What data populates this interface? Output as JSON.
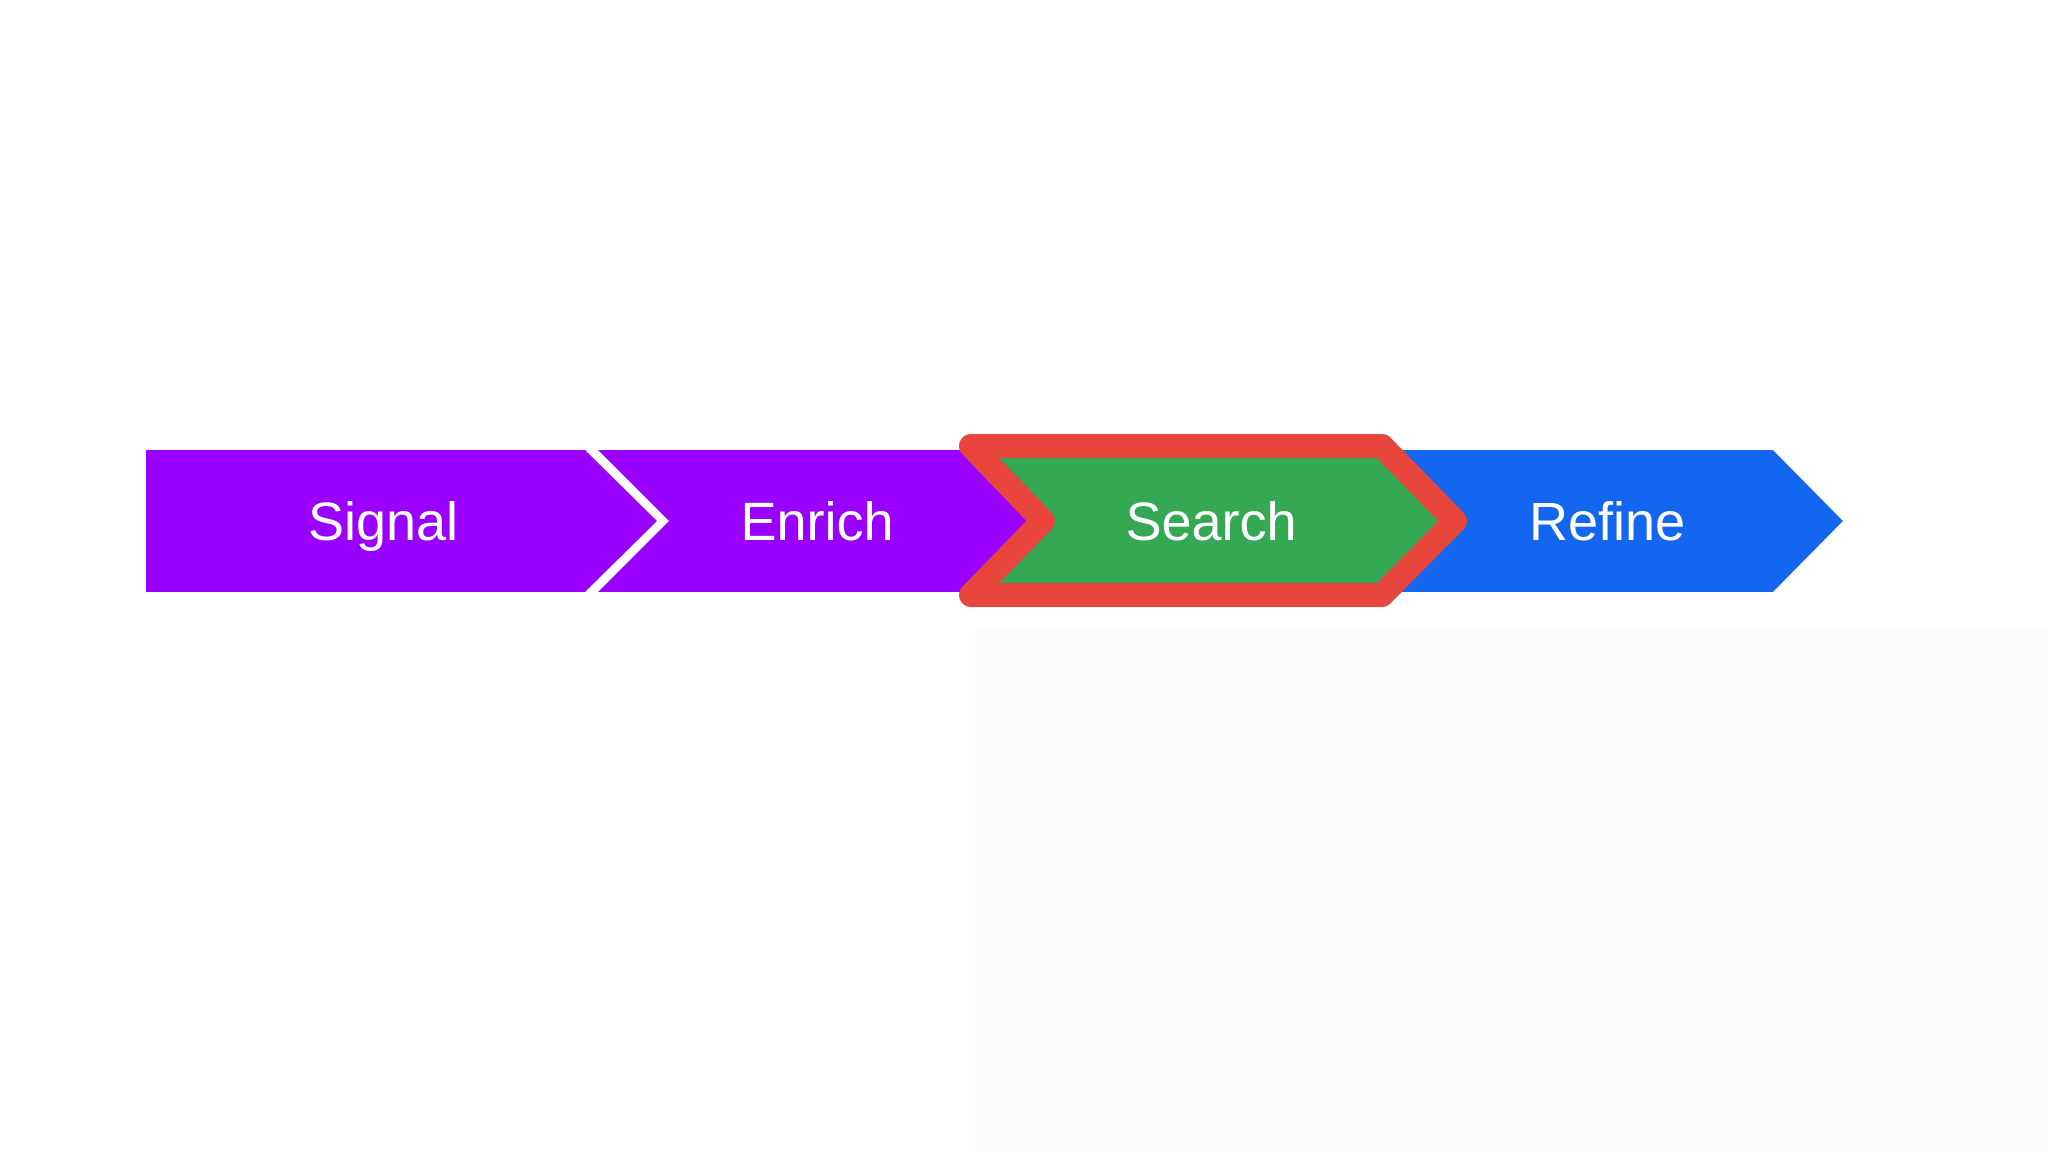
{
  "process": {
    "steps": [
      {
        "label": "Signal",
        "color": "#9900ff"
      },
      {
        "label": "Enrich",
        "color": "#9900ff"
      },
      {
        "label": "Search",
        "color": "#34a853",
        "highlighted": true
      },
      {
        "label": "Refine",
        "color": "#1366ef"
      }
    ],
    "separator_color": "#ffffff",
    "highlight_color": "#e8453c"
  }
}
